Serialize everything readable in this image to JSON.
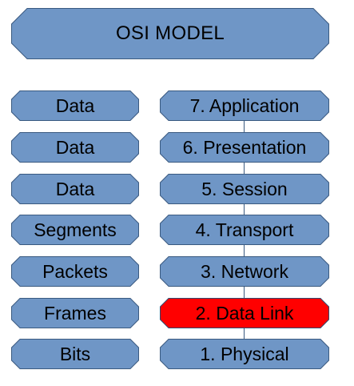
{
  "title": "OSI MODEL",
  "colors": {
    "box_fill": "#6f96c6",
    "box_stroke": "#3a5a80",
    "highlight_fill": "#ff0000",
    "highlight_stroke": "#2e4a70",
    "text": "#000000"
  },
  "layers": [
    {
      "unit": "Data",
      "name": "7. Application"
    },
    {
      "unit": "Data",
      "name": "6. Presentation"
    },
    {
      "unit": "Data",
      "name": "5. Session"
    },
    {
      "unit": "Segments",
      "name": "4. Transport"
    },
    {
      "unit": "Packets",
      "name": "3. Network"
    },
    {
      "unit": "Frames",
      "name": "2. Data Link",
      "highlighted": true
    },
    {
      "unit": "Bits",
      "name": "1. Physical"
    }
  ]
}
